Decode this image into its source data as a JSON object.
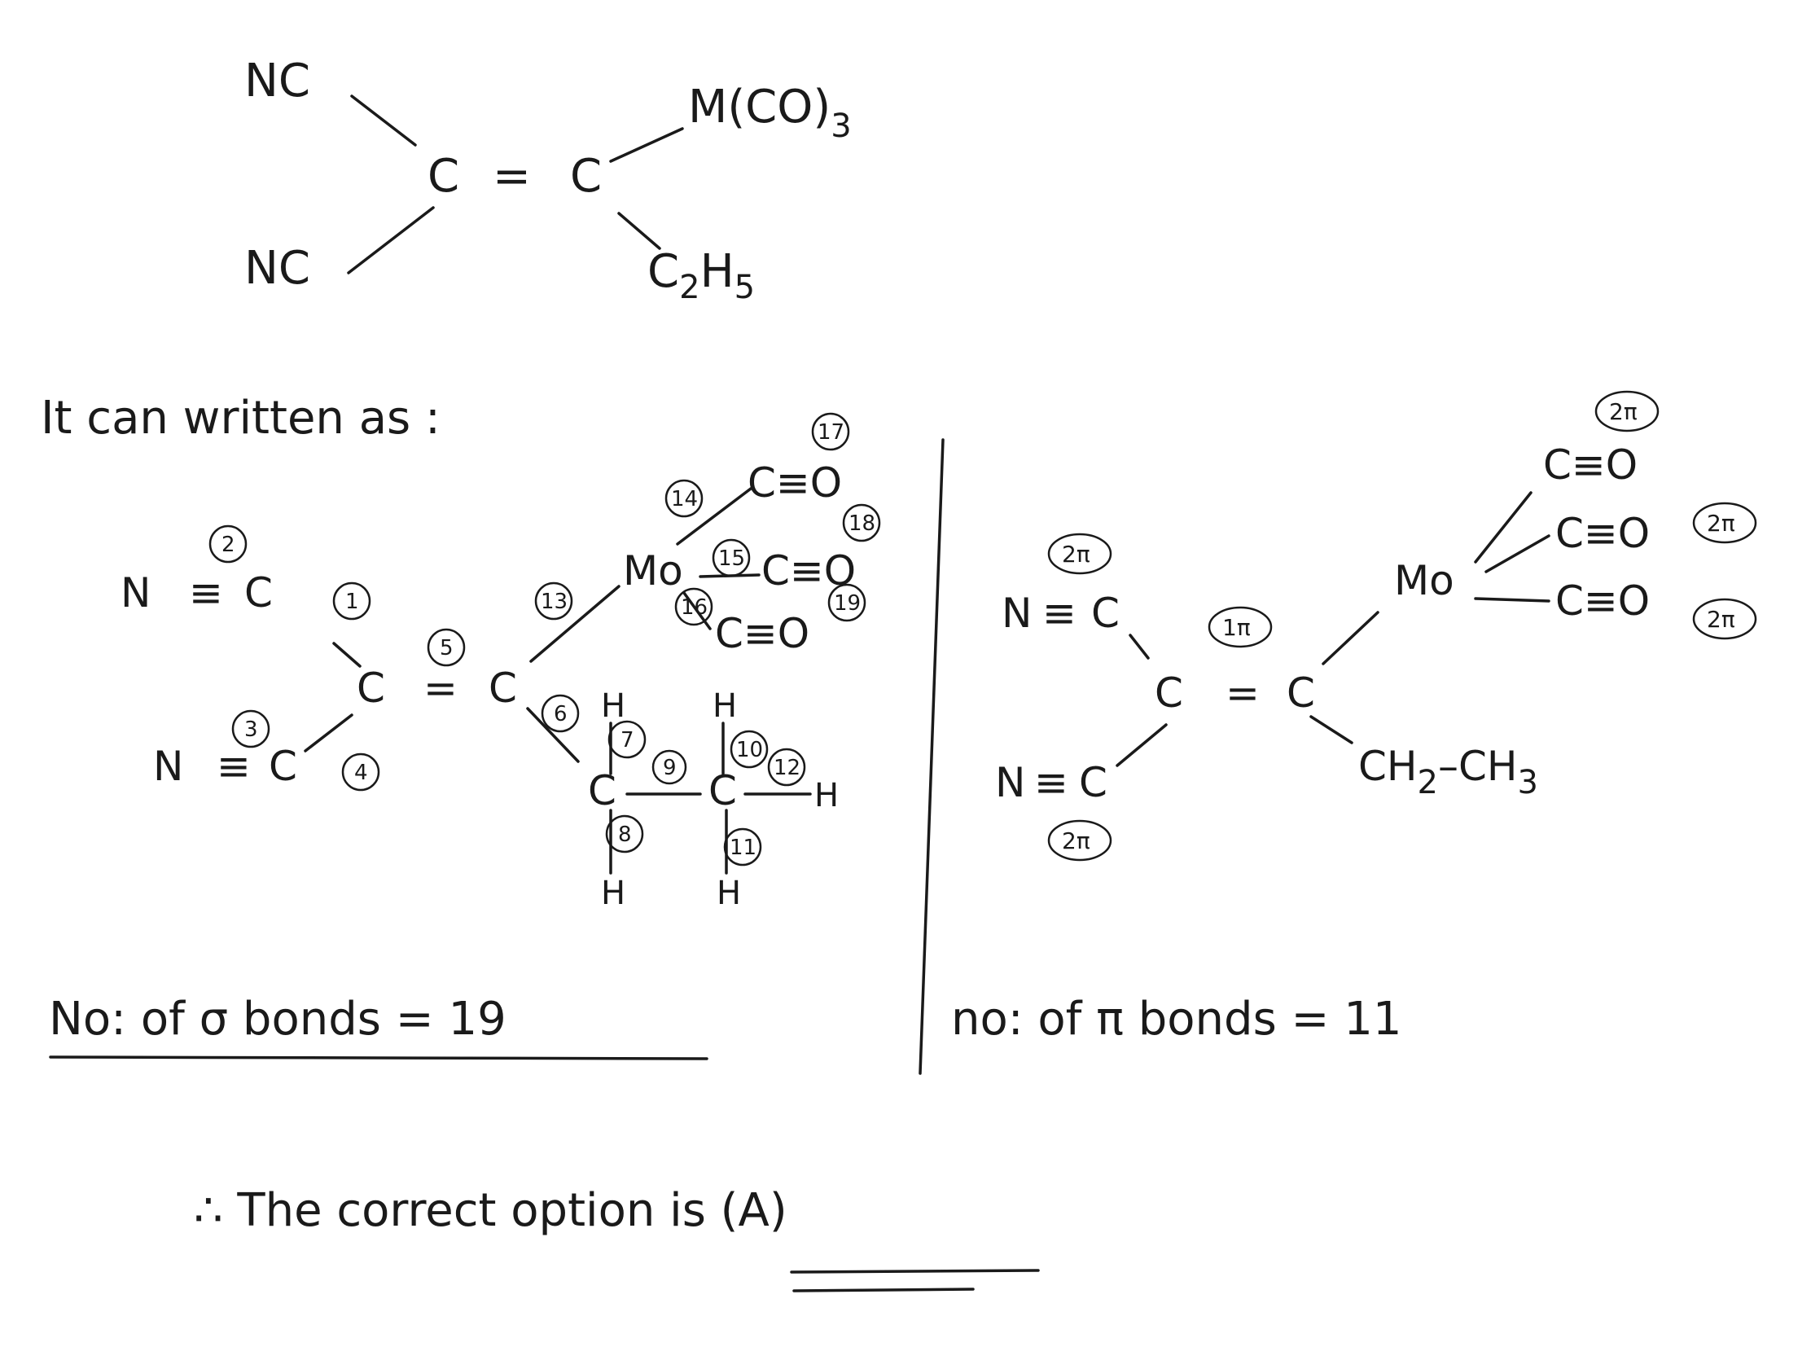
{
  "top_structure": {
    "nc_top": "NC",
    "nc_bottom": "NC",
    "c_left": "C",
    "c_right": "C",
    "double_bond": "=",
    "metal_group": "M(CO)",
    "metal_sub": "3",
    "ethyl": "C",
    "ethyl_sub1": "2",
    "ethyl_rest": "H",
    "ethyl_sub2": "5"
  },
  "intro_text": "It can written as :",
  "sigma_diagram": {
    "atoms": {
      "n1": "N",
      "c1": "C",
      "n2": "N",
      "c2": "C",
      "ca": "C",
      "cb": "C",
      "mo": "Mo",
      "co1": "C≡O",
      "co2": "C≡O",
      "co3": "C≡O",
      "h_top1": "H",
      "h_top2": "H",
      "ch1": "C",
      "ch2": "C",
      "h_right": "H",
      "h_bot1": "H",
      "h_bot2": "H",
      "triple1": "≡",
      "triple2": "≡",
      "double": "="
    },
    "bond_numbers": [
      "1",
      "2",
      "3",
      "4",
      "5",
      "6",
      "7",
      "8",
      "9",
      "10",
      "11",
      "12",
      "13",
      "14",
      "15",
      "16",
      "17",
      "18",
      "19"
    ]
  },
  "pi_diagram": {
    "atoms": {
      "n1": "N",
      "c1": "C",
      "n2": "N",
      "c2": "C",
      "ca": "C",
      "cb": "C",
      "mo": "Mo",
      "co1": "C≡O",
      "co2": "C≡O",
      "co3": "C≡O",
      "ethyl": "CH",
      "ethyl_sub": "2",
      "ethyl_rest": "–CH",
      "ethyl_sub2": "3",
      "triple1": "≡",
      "triple2": "≡",
      "double": "="
    },
    "pi_labels": {
      "cn_top": "2π",
      "cn_bottom": "2π",
      "cc": "1π",
      "co_top": "2π",
      "co_mid": "2π",
      "co_bottom": "2π"
    }
  },
  "sigma_result": "No: of σ bonds = 19",
  "pi_result": "no: of π bonds = 11",
  "conclusion": "∴ The correct option is (A)"
}
